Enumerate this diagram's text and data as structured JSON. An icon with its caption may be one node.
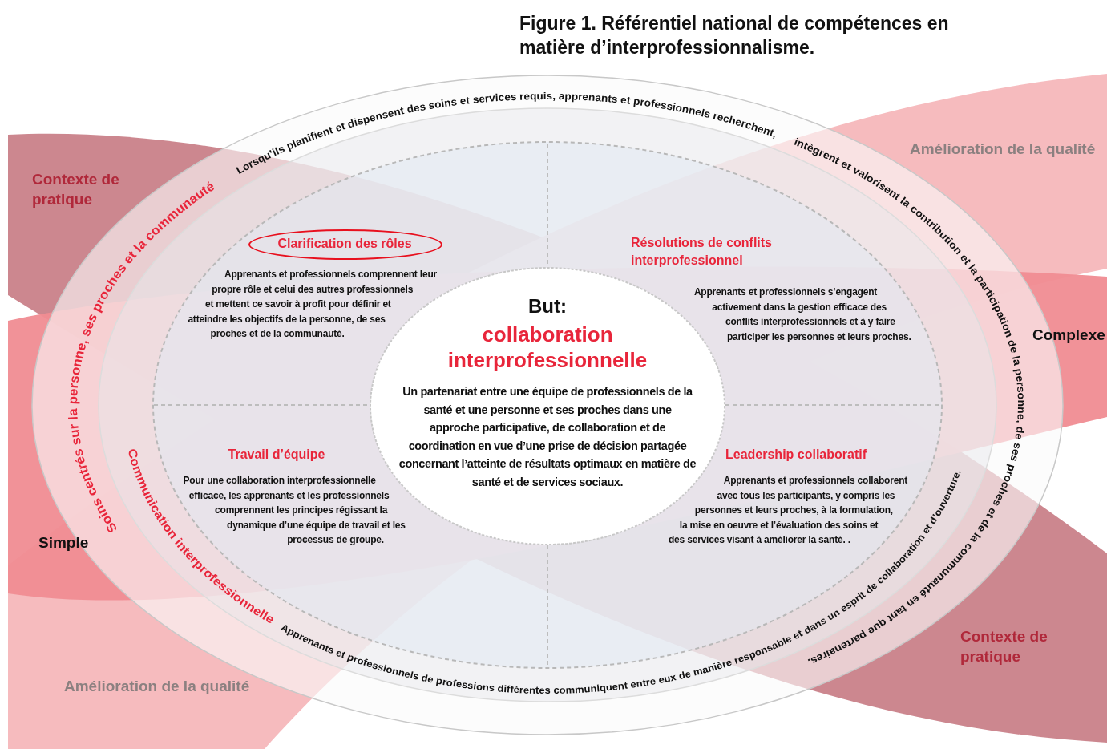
{
  "diagram": {
    "title": "Figure 1. Référentiel national de compétences en matière d’interprofessionnalisme.",
    "nodes": [
      {
        "text": [
          "Soins centrés sur la personne, ses proches et la communauté",
          "Lorsqu’ils planifient et dispensent des soins et services requis, apprenants et professionnels recherchent,",
          "intègrent et valorisent la contribution et la participation de la personne, de ses proches et de la communauté en tant que partenaires.",
          "Communication interprofessionnelle",
          "Apprenants et professionnels de professions différentes communiquent entre eux de manière responsable et dans un esprit de collaboration et d’ouverture."
        ]
      },
      {
        "text": [
          "Clarification des rôles",
          "Apprenants et professionnels comprennent leur propre rôle et celui des autres professionnels et mettent ce savoir à profit pour définir et atteindre les objectifs de la personne, de ses proches et de la communauté."
        ],
        "in": 0
      },
      {
        "text": [
          "Résolutions de conflits interprofessionnel",
          "Apprenants et professionnels s’engagent activement dans la gestion efficace des conflits interprofessionnels et à y faire participer les personnes et leurs proches."
        ],
        "in": 0
      },
      {
        "text": [
          "Travail d’équipe",
          "Pour une collaboration interprofessionnelle efficace, les apprenants et les professionnels comprennent les principes régissant la dynamique d’une équipe de travail et les processus de groupe."
        ],
        "in": 0
      },
      {
        "text": [
          "Leadership collaboratif",
          "Apprenants et professionnels collaborent avec tous les participants, y compris les personnes et leurs proches, à la formulation, la mise en oeuvre et l’évaluation des soins et des services visant à améliorer la santé. ."
        ],
        "in": 0
      },
      {
        "text": [
          "But:",
          "collaboration interprofessionnelle",
          "Un partenariat entre une équipe de professionnels de la santé et une personne et ses proches dans une approche participative, de collaboration et de coordination en vue d’une prise de décision partagée concernant l’atteinte de résultats optimaux en matière de santé et de services sociaux."
        ],
        "in": 0
      }
    ],
    "labels": [
      "Amélioration de la qualité",
      "Contexte de pratique",
      "Complexe",
      "Simple",
      "Contexte de pratique",
      "Amélioration de la qualité"
    ]
  }
}
